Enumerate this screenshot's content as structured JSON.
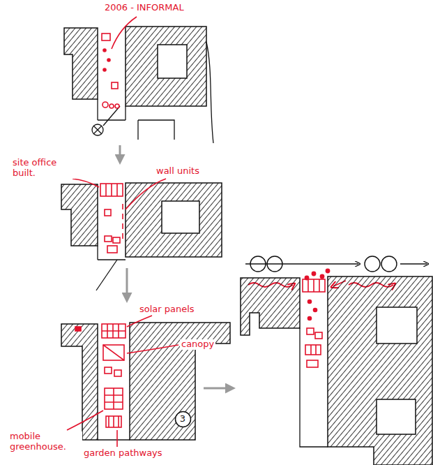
{
  "diagram": {
    "nodes": [
      {
        "text": [
          "3"
        ]
      }
    ],
    "labels": [
      "2006 - INFORMAL",
      "site office built.",
      "wall units",
      "solar panels",
      "canopy",
      "mobile greenhouse.",
      "garden pathways"
    ]
  }
}
